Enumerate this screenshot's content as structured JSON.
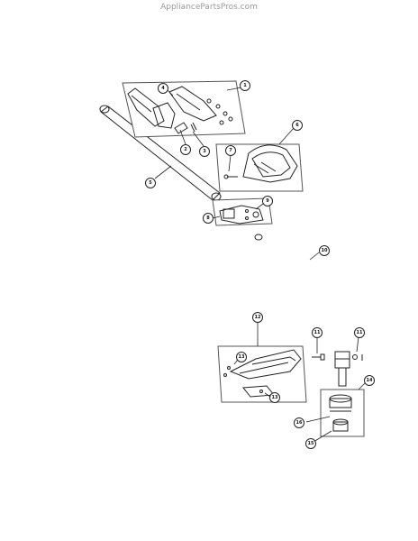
{
  "watermark": "AppliancePartsPros.com",
  "callouts": {
    "c1": "1",
    "c2": "2",
    "c3": "3",
    "c4": "4",
    "c5": "5",
    "c6": "6",
    "c7": "7",
    "c8": "8",
    "c9": "9",
    "c10": "10",
    "c11a": "11",
    "c11b": "11",
    "c12": "12",
    "c13a": "13",
    "c13b": "13",
    "c14": "14",
    "c15": "15",
    "c16": "16"
  }
}
